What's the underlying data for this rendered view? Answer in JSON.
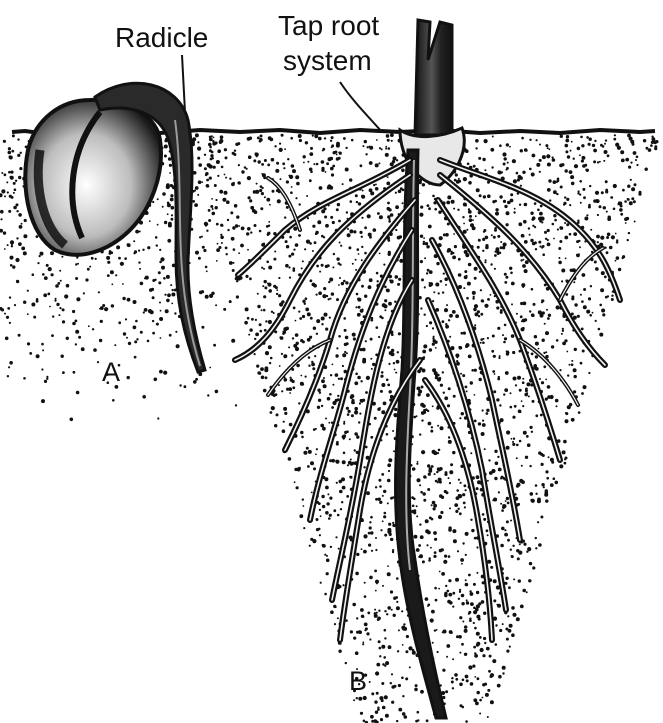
{
  "labels": {
    "radicle": "Radicle",
    "tap_root_line1": "Tap root",
    "tap_root_line2": "system",
    "panel_a": "A",
    "panel_b": "B"
  },
  "colors": {
    "ink": "#111111",
    "background": "#ffffff"
  }
}
